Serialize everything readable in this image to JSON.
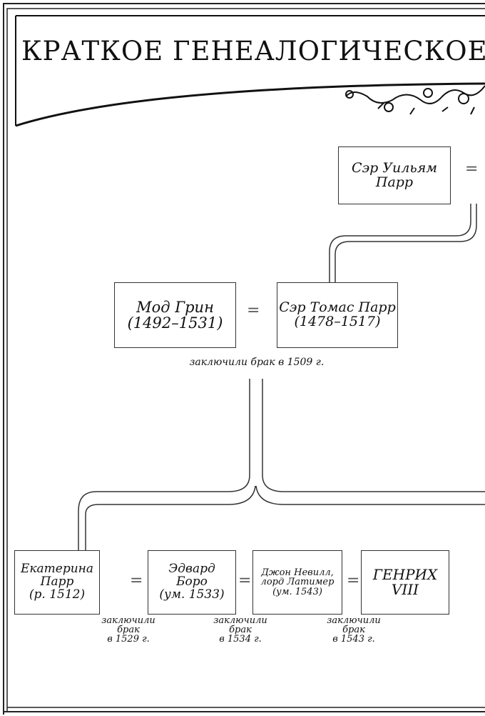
{
  "title": "КРАТКОЕ ГЕНЕАЛОГИЧЕСКОЕ",
  "people": {
    "william": {
      "line1": "Сэр Уильям",
      "line2": "Парр"
    },
    "maud": {
      "line1": "Мод Грин",
      "line2": "(1492–1531)"
    },
    "thomas": {
      "line1": "Сэр Томас Парр",
      "line2": "(1478–1517)"
    },
    "katherine": {
      "line1": "Екатерина",
      "line2": "Парр",
      "line3": "(р. 1512)"
    },
    "edward": {
      "line1": "Эдвард",
      "line2": "Боро",
      "line3": "(ум. 1533)"
    },
    "john": {
      "line1": "Джон Невилл,",
      "line2": "лорд Латимер",
      "line3": "(ум. 1543)"
    },
    "henry": {
      "line1": "ГЕНРИХ",
      "line2": "VIII"
    }
  },
  "marriage_symbol": "=",
  "marriages": {
    "m1509": "заключили брак в 1509 г.",
    "m1529": {
      "line1": "заключили",
      "line2": "брак",
      "line3": "в 1529 г."
    },
    "m1534": {
      "line1": "заключили",
      "line2": "брак",
      "line3": "в 1534 г."
    },
    "m1543": {
      "line1": "заключили",
      "line2": "брак",
      "line3": "в 1543 г."
    }
  }
}
